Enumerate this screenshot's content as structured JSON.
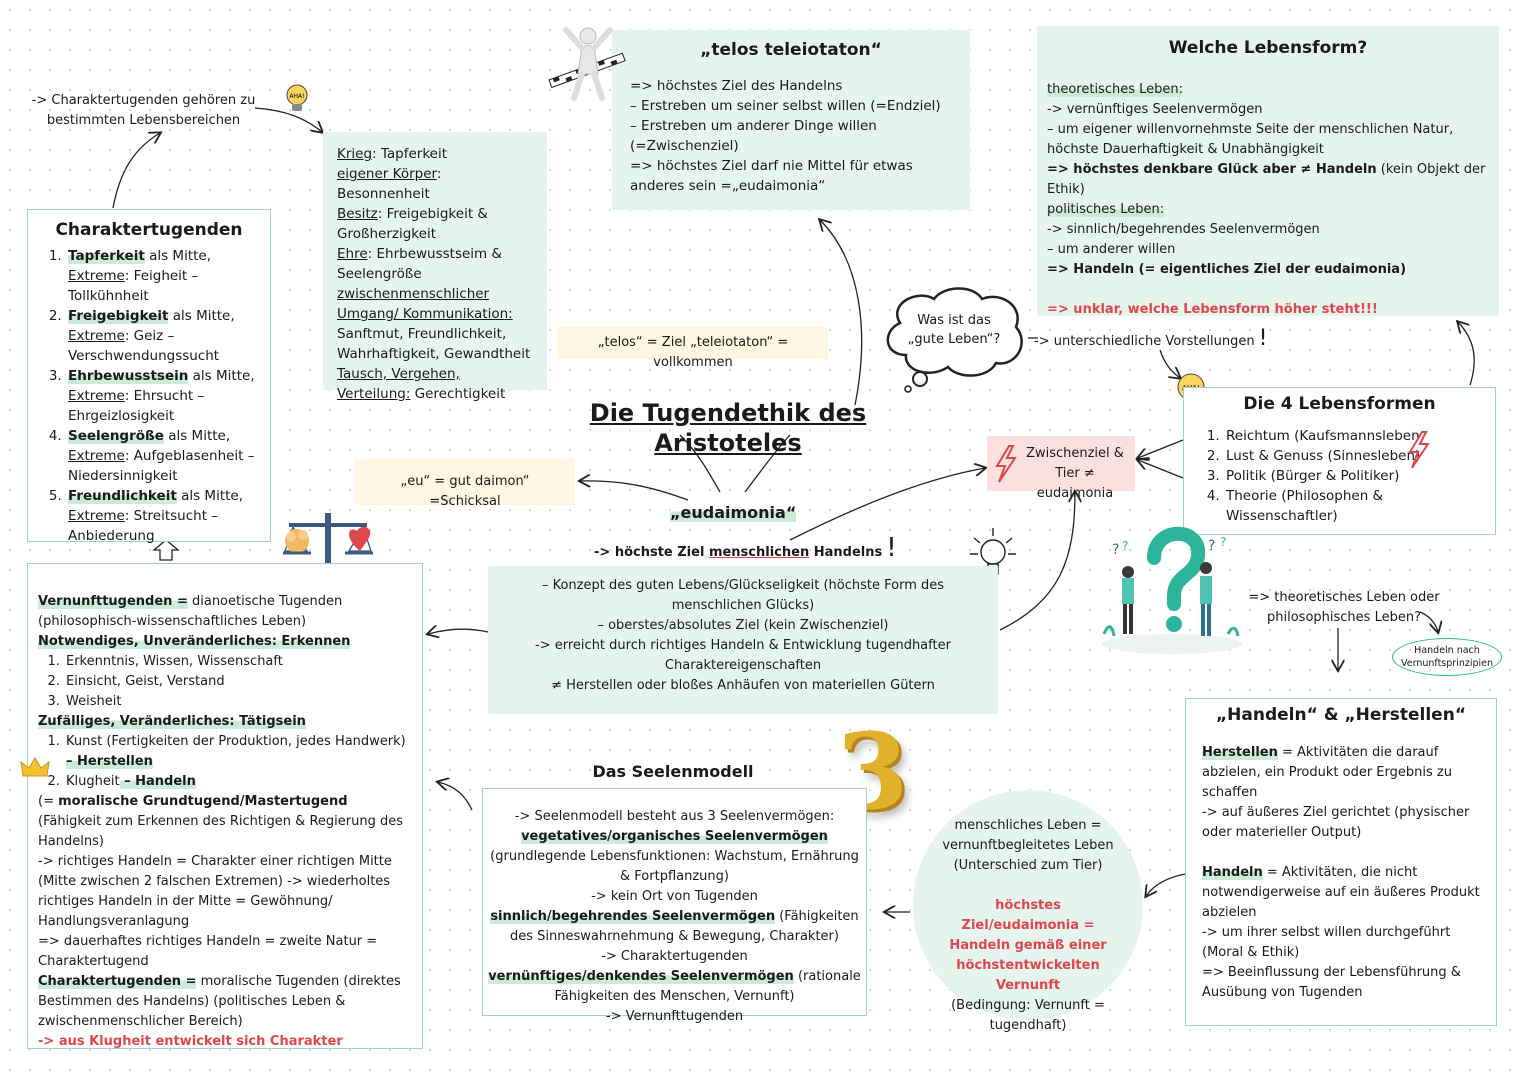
{
  "title": "Die Tugendethik des Aristoteles",
  "char_note": {
    "line1": "-> Charaktertugenden gehören zu",
    "line2": "bestimmten Lebensbereichen"
  },
  "aha1": "AHA!",
  "aha2": "AHA!",
  "charaktertugenden": {
    "heading": "Charaktertugenden",
    "items": [
      {
        "name": "Tapferkeit",
        "mid": " als Mitte, ",
        "ext": "Extreme",
        "rest": ": Feigheit –Tollkühnheit"
      },
      {
        "name": "Freigebigkeit",
        "mid": " als Mitte, ",
        "ext": "Extreme",
        "rest": ": Geiz – Verschwendungssucht"
      },
      {
        "name": "Ehrbewusstsein",
        "mid": " als Mitte, ",
        "ext": "Extreme",
        "rest": ": Ehrsucht – Ehrgeizlosigkeit"
      },
      {
        "name": "Seelengröße",
        "mid": " als Mitte, ",
        "ext": "Extreme",
        "rest": ": Aufgeblasenheit – Niedersinnigkeit"
      },
      {
        "name": "Freundlichkeit",
        "mid": " als Mitte, ",
        "ext": "Extreme",
        "rest": ": Streitsucht – Anbiederung"
      }
    ]
  },
  "lebensbereiche": [
    {
      "label": "Krieg",
      "value": ": Tapferkeit"
    },
    {
      "label": "eigener Körper",
      "value": ": Besonnenheit"
    },
    {
      "label": "Besitz",
      "value": ": Freigebigkeit & Großherzigkeit"
    },
    {
      "label": "Ehre",
      "value": ": Ehrbewusstseim & Seelengröße"
    },
    {
      "label": "zwischenmenschlicher Umgang/ Kommunikation:",
      "value": " Sanftmut, Freundlichkeit, Wahrhaftigkeit, Gewandtheit"
    },
    {
      "label": "Tausch, Vergehen, Verteilung:",
      "value": " Gerechtigkeit"
    }
  ],
  "telos": {
    "heading": "„telos teleiotaton“",
    "lines": [
      "=> höchstes Ziel des Handelns",
      "– Erstreben um seiner selbst willen (=Endziel)",
      "– Erstreben um anderer Dinge willen (=Zwischenziel)",
      "=> höchstes Ziel darf nie Mittel für etwas anderes sein =„eudaimonia“"
    ]
  },
  "telos_def": "„telos“ = Ziel „teleiotaton“ = vollkommen",
  "eu_def": "„eu“ = gut  daimon“ =Schicksal",
  "gute_leben": "Was ist das „gute Leben“?",
  "unterschiedlich": "-> unterschiedliche Vorstellungen",
  "lebensform": {
    "heading": "Welche Lebensform?",
    "theor_label": "theoretisches Leben:",
    "theor": [
      "-> vernünftiges Seelenvermögen",
      "– um eigener willenvornehmste Seite der menschlichen Natur, höchste Dauerhaftigkeit & Unabhängigkeit"
    ],
    "theor_bold": "=> höchstes denkbare Glück aber ≠ Handeln",
    "theor_tail": " (kein Objekt der Ethik)",
    "polit_label": "politisches Leben:",
    "polit": [
      "-> sinnlich/begehrendes Seelenvermögen",
      "– um anderer willen"
    ],
    "polit_bold": "=> Handeln (= eigentliches Ziel der eudaimonia)",
    "unklar": "=> unklar, welche Lebensform höher steht!!!"
  },
  "vier": {
    "heading": "Die 4 Lebensformen",
    "items": [
      "Reichtum (Kaufsmannsleben",
      "Lust & Genuss (Sinnesleben)",
      "Politik (Bürger &  Politiker)",
      "Theorie (Philosophen & Wissenschaftler)"
    ]
  },
  "zwischenziel": "Zwischenziel & Tier ≠ eudaimonia",
  "eudaimonia": {
    "word": "„eudaimonia“",
    "sub_pre": "-> höchste Ziel ",
    "sub_u": "menschlichen",
    "sub_post": " Handelns",
    "lines": [
      "– Konzept des guten Lebens/Glückseligkeit (höchste Form des menschlichen Glücks)",
      "– oberstes/absolutes Ziel (kein Zwischenziel)",
      "-> erreicht durch richtiges Handeln & Entwicklung tugendhafter Charaktereigenschaften",
      "≠ Herstellen oder bloßes Anhäufen von materiellen Gütern"
    ]
  },
  "theor_oder": "=> theoretisches Leben oder philosophisches Leben?",
  "vernunft_prinzip": "Handeln nach Vernunftsprinzipien",
  "handeln": {
    "heading": "„Handeln“ & „Herstellen“",
    "herst_label": "Herstellen",
    "herst": " = Aktivitäten die darauf abzielen, ein Produkt oder Ergebnis zu schaffen",
    "herst2": "-> auf äußeres Ziel gerichtet (physischer oder materieller Output)",
    "hand_label": "Handeln",
    "hand": " = Aktivitäten, die nicht notwendigerweise auf ein äußeres Produkt abzielen",
    "hand2": "-> um ihrer selbst willen durchgeführt (Moral & Ethik)",
    "hand3": "=> Beeinflussung der Lebensführung & Ausübung von Tugenden"
  },
  "menschlich": {
    "line": "menschliches Leben = vernunftbegleitetes Leben (Unterschied zum Tier)",
    "red": "höchstes Ziel/eudaimonia = Handeln gemäß einer höchstentwickelten Vernunft",
    "cond": "(Bedingung: Vernunft = tugendhaft)"
  },
  "seele": {
    "heading": "Das Seelenmodell",
    "number": "3",
    "intro": "-> Seelenmodell besteht aus 3 Seelenvermögen:",
    "veg": "vegetatives/organisches Seelenvermögen",
    "veg_t": " (grundlegende Lebensfunktionen: Wachstum, Ernährung & Fortpflanzung)",
    "veg2": "-> kein Ort von Tugenden",
    "sinn": "sinnlich/begehrendes Seelenvermögen",
    "sinn_t": " (Fähigkeiten des Sinneswahrnehmung & Bewegung, Charakter)",
    "sinn2": "-> Charaktertugenden",
    "vern": "vernünftiges/denkendes Seelenvermögen",
    "vern_t": " (rationale Fähigkeiten des Menschen, Vernunft)",
    "vern2": "-> Vernunfttugenden"
  },
  "vernunft": {
    "l1a": "Vernunfttugenden =",
    "l1b": " dianoetische Tugenden (philosophisch-wissenschaftliches Leben)",
    "l2": "Notwendiges, Unveränderliches: Erkennen",
    "list1": [
      "Erkenntnis, Wissen, Wissenschaft",
      "Einsicht, Geist, Verstand",
      "Weisheit"
    ],
    "l3": "Zufälliges, Veränderliches: Tätigsein",
    "k1": "Kunst (Fertigkeiten der Produktion, jedes Handwerk)",
    "k1b": "– Herstellen",
    "k2": "Klugheit",
    "k2b": " – Handeln",
    "p1a": "(= ",
    "p1b": "moralische Grundtugend/Mastertugend",
    "p1c": " (Fähigkeit zum Erkennen des Richtigen & Regierung des Handelns)",
    "p2": "-> richtiges Handeln = Charakter einer richtigen Mitte (Mitte zwischen 2 falschen Extremen) -> wiederholtes richtiges Handeln in der Mitte = Gewöhnung/ Handlungsveranlagung",
    "p3": "=> dauerhaftes richtiges Handeln = zweite Natur = Charaktertugend",
    "p4a": "Charaktertugenden =",
    "p4b": " moralische Tugenden (direktes Bestimmen des Handelns) (politisches Leben & zwischenmenschlicher Bereich)",
    "p5": "-> aus Klugheit entwickelt sich Charakter"
  }
}
